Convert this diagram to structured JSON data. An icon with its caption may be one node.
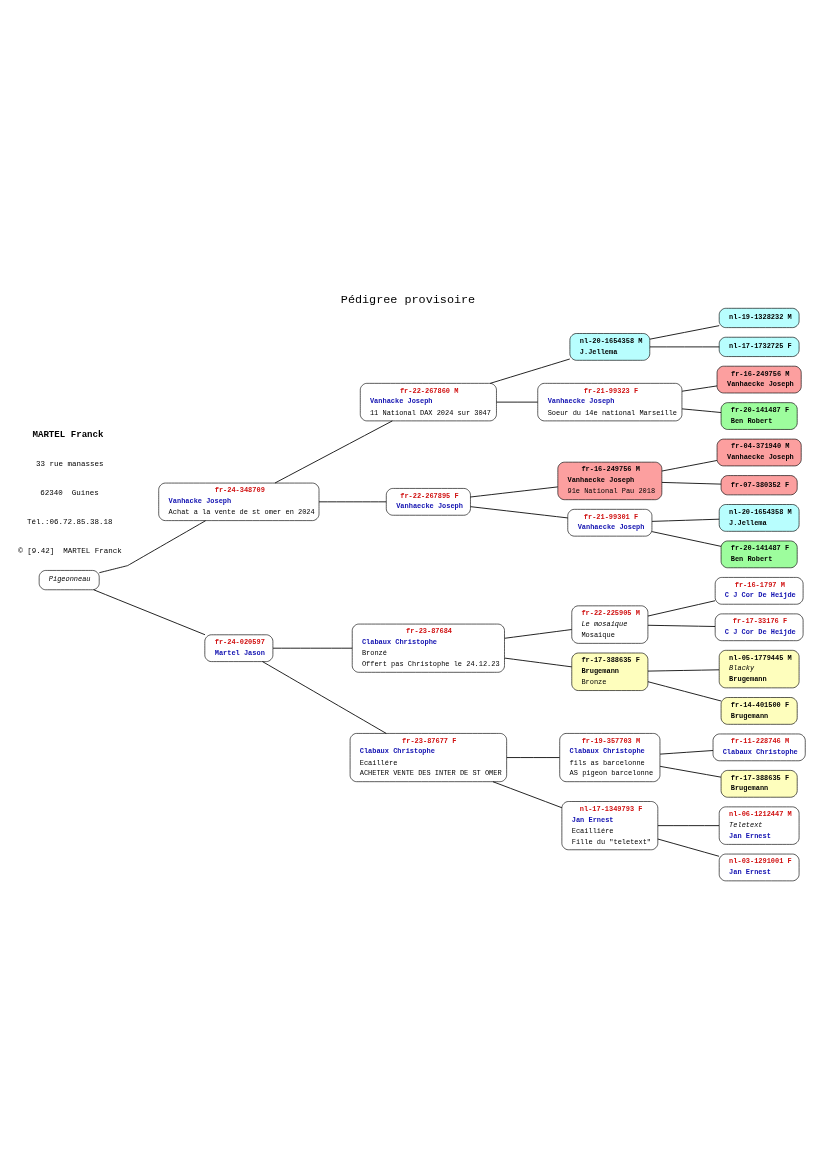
{
  "diagram": {
    "title": "Pédigree provisoire",
    "nodes": [
      {
        "text": [
          "Pigeonneau"
        ]
      },
      {
        "text": [
          "fr-24-348709",
          "Vanhacke Joseph",
          "Achat a la vente de st omer en 2024"
        ]
      },
      {
        "text": [
          "fr-24-020597",
          "Martel Jason"
        ]
      },
      {
        "text": [
          "fr-22-267860 M",
          "Vanhacke Joseph",
          "11 National DAX 2024 sur 3047"
        ]
      },
      {
        "text": [
          "fr-22-267895 F",
          "Vanhaecke Joseph"
        ]
      },
      {
        "text": [
          "fr-23-87684",
          "Clabaux Christophe",
          "Bronzé",
          "Offert pas Christophe le 24.12.23"
        ]
      },
      {
        "text": [
          "fr-23-87677 F",
          "Clabaux Christophe",
          "Ecaillére",
          "ACHETER VENTE DES INTER DE ST OMER"
        ]
      },
      {
        "text": [
          "nl-20-1654358 M",
          "J.Jellema"
        ]
      },
      {
        "text": [
          "fr-21-99323 F",
          "Vanhaecke Joseph",
          "Soeur du 14e national Marseille"
        ]
      },
      {
        "text": [
          "fr-16-249756 M",
          "Vanhaecke Joseph",
          "91e National Pau 2018"
        ]
      },
      {
        "text": [
          "fr-21-99301 F",
          "Vanhaecke Joseph"
        ]
      },
      {
        "text": [
          "fr-22-225905 M",
          "Le mosaique",
          "Mosaique"
        ]
      },
      {
        "text": [
          "fr-17-388635 F",
          "Brugemann",
          "Bronze"
        ]
      },
      {
        "text": [
          "fr-19-357703 M",
          "Clabaux Christophe",
          "fils as barcelonne",
          "AS pigeon barcelonne"
        ]
      },
      {
        "text": [
          "nl-17-1349793 F",
          "Jan Ernest",
          "Ecailliére",
          "Fille du \"teletext\""
        ]
      },
      {
        "text": [
          "nl-19-1328232 M"
        ]
      },
      {
        "text": [
          "nl-17-1732725 F"
        ]
      },
      {
        "text": [
          "fr-16-249756 M",
          "Vanhaecke Joseph"
        ]
      },
      {
        "text": [
          "fr-20-141487 F",
          "Ben Robert"
        ]
      },
      {
        "text": [
          "fr-04-371940 M",
          "Vanhaecke Joseph"
        ]
      },
      {
        "text": [
          "fr-07-380352 F"
        ]
      },
      {
        "text": [
          "nl-20-1654358 M",
          "J.Jellema"
        ]
      },
      {
        "text": [
          "fr-20-141487 F",
          "Ben Robert"
        ]
      },
      {
        "text": [
          "fr-16-1797 M",
          "C J Cor De Heijde"
        ]
      },
      {
        "text": [
          "fr-17-33176 F",
          "C J Cor De Heijde"
        ]
      },
      {
        "text": [
          "nl-05-1779445 M",
          "Blacky",
          "Brugemann"
        ]
      },
      {
        "text": [
          "fr-14-401500 F",
          "Brugemann"
        ]
      },
      {
        "text": [
          "fr-11-228746 M",
          "Clabaux Christophe"
        ]
      },
      {
        "text": [
          "fr-17-388635 F",
          "Brugemann"
        ]
      },
      {
        "text": [
          "nl-06-1212447 M",
          "Teletext",
          "Jan Ernest"
        ]
      },
      {
        "text": [
          "nl-03-1291001 F",
          "Jan Ernest"
        ]
      }
    ],
    "edges": [
      {
        "from": 0,
        "to": 1,
        "arrow": "none"
      },
      {
        "from": 0,
        "to": 2,
        "arrow": "none"
      },
      {
        "from": 1,
        "to": 3,
        "arrow": "none"
      },
      {
        "from": 1,
        "to": 4,
        "arrow": "none"
      },
      {
        "from": 2,
        "to": 5,
        "arrow": "none"
      },
      {
        "from": 2,
        "to": 6,
        "arrow": "none"
      },
      {
        "from": 3,
        "to": 7,
        "arrow": "none"
      },
      {
        "from": 3,
        "to": 8,
        "arrow": "none"
      },
      {
        "from": 4,
        "to": 9,
        "arrow": "none"
      },
      {
        "from": 4,
        "to": 10,
        "arrow": "none"
      },
      {
        "from": 5,
        "to": 11,
        "arrow": "none"
      },
      {
        "from": 5,
        "to": 12,
        "arrow": "none"
      },
      {
        "from": 6,
        "to": 13,
        "arrow": "none"
      },
      {
        "from": 6,
        "to": 14,
        "arrow": "none"
      },
      {
        "from": 7,
        "to": 15,
        "arrow": "none"
      },
      {
        "from": 7,
        "to": 16,
        "arrow": "none"
      },
      {
        "from": 8,
        "to": 17,
        "arrow": "none"
      },
      {
        "from": 8,
        "to": 18,
        "arrow": "none"
      },
      {
        "from": 9,
        "to": 19,
        "arrow": "none"
      },
      {
        "from": 9,
        "to": 20,
        "arrow": "none"
      },
      {
        "from": 10,
        "to": 21,
        "arrow": "none"
      },
      {
        "from": 10,
        "to": 22,
        "arrow": "none"
      },
      {
        "from": 11,
        "to": 23,
        "arrow": "none"
      },
      {
        "from": 11,
        "to": 24,
        "arrow": "none"
      },
      {
        "from": 12,
        "to": 25,
        "arrow": "none"
      },
      {
        "from": 12,
        "to": 26,
        "arrow": "none"
      },
      {
        "from": 13,
        "to": 27,
        "arrow": "none"
      },
      {
        "from": 13,
        "to": 28,
        "arrow": "none"
      },
      {
        "from": 14,
        "to": 29,
        "arrow": "none"
      },
      {
        "from": 14,
        "to": 30,
        "arrow": "none"
      }
    ],
    "labels": [
      "MARTEL Franck",
      "33 rue manasses",
      "62340  Guines",
      "Tél.:06.72.85.38.18",
      "© [9.42]  MARTEL Franck"
    ]
  }
}
